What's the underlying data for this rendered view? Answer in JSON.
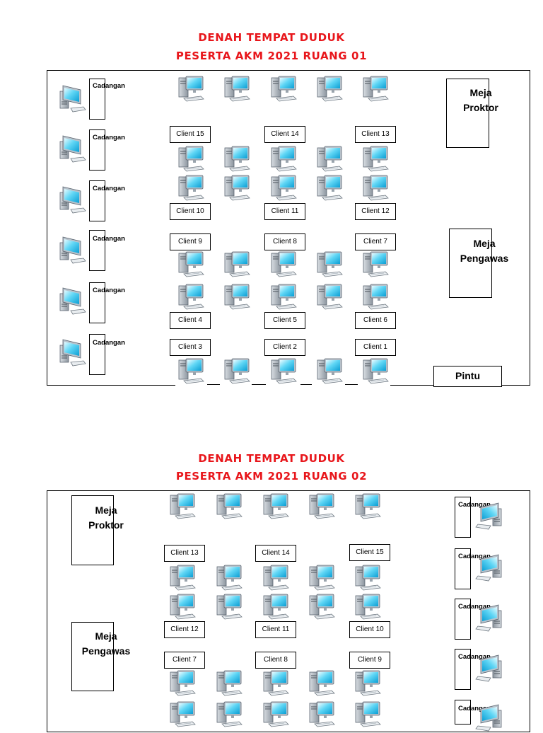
{
  "room1": {
    "title_line1": "DENAH TEMPAT DUDUK",
    "title_line2": "PESERTA AKM 2021 RUANG 01",
    "proktor_line1": "Meja",
    "proktor_line2": "Proktor",
    "pengawas_line1": "Meja",
    "pengawas_line2": "Pengawas",
    "pintu": "Pintu",
    "cadangan": [
      "Cadangan",
      "Cadangan",
      "Cadangan",
      "Cadangan",
      "Cadangan",
      "Cadangan"
    ],
    "clients": [
      "Client 15",
      "Client 14",
      "Client 13",
      "Client 10",
      "Client 11",
      "Client 12",
      "Client 9",
      "Client 8",
      "Client 7",
      "Client 4",
      "Client 5",
      "Client 6",
      "Client 3",
      "Client 2",
      "Client 1"
    ]
  },
  "room2": {
    "title_line1": "DENAH TEMPAT DUDUK",
    "title_line2": "PESERTA AKM 2021 RUANG 02",
    "proktor_line1": "Meja",
    "proktor_line2": "Proktor",
    "pengawas_line1": "Meja",
    "pengawas_line2": "Pengawas",
    "cadangan": [
      "Cadangan",
      "Cadangan",
      "Cadangan",
      "Cadangan",
      "Cadangan"
    ],
    "clients": [
      "Client 13",
      "Client 14",
      "Client 15",
      "Client 12",
      "Client 11",
      "Client 10",
      "Client 7",
      "Client 8",
      "Client 9"
    ]
  },
  "icons": {
    "computer": "computer-icon"
  },
  "colors": {
    "title": "#e8161b",
    "screen": "#35c4ee"
  }
}
